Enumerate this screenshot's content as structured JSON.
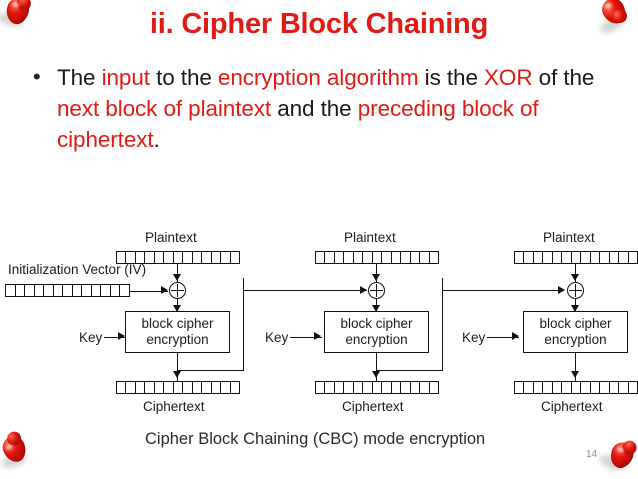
{
  "slide": {
    "title": "ii. Cipher Block Chaining",
    "page_number": "14",
    "accent_color": "#E01B15",
    "body_color": "#1a1a1a",
    "background": "#ffffff"
  },
  "bullet": {
    "marker": "•",
    "segments": [
      {
        "text": "The ",
        "color": "dark"
      },
      {
        "text": "input",
        "color": "red"
      },
      {
        "text": " to the ",
        "color": "dark"
      },
      {
        "text": "encryption algorithm",
        "color": "red"
      },
      {
        "text": " is the ",
        "color": "dark"
      },
      {
        "text": "XOR",
        "color": "red"
      },
      {
        "text": " of the ",
        "color": "dark"
      },
      {
        "text": "next block of plaintext",
        "color": "red"
      },
      {
        "text": " and the ",
        "color": "dark"
      },
      {
        "text": "preceding block of ciphertext",
        "color": "red"
      },
      {
        "text": ".",
        "color": "dark"
      }
    ]
  },
  "diagram": {
    "caption": "Cipher Block Chaining (CBC) mode encryption",
    "iv_label": "Initialization Vector (IV)",
    "iv_cells": 13,
    "plaintext_cells": 13,
    "ciphertext_cells": 13,
    "xor_symbol": "⊕",
    "stages": [
      {
        "plaintext_label": "Plaintext",
        "key_label": "Key",
        "cipher_label_line1": "block cipher",
        "cipher_label_line2": "encryption",
        "ciphertext_label": "Ciphertext"
      },
      {
        "plaintext_label": "Plaintext",
        "key_label": "Key",
        "cipher_label_line1": "block cipher",
        "cipher_label_line2": "encryption",
        "ciphertext_label": "Ciphertext"
      },
      {
        "plaintext_label": "Plaintext",
        "key_label": "Key",
        "cipher_label_line1": "block cipher",
        "cipher_label_line2": "encryption",
        "ciphertext_label": "Ciphertext"
      }
    ]
  }
}
